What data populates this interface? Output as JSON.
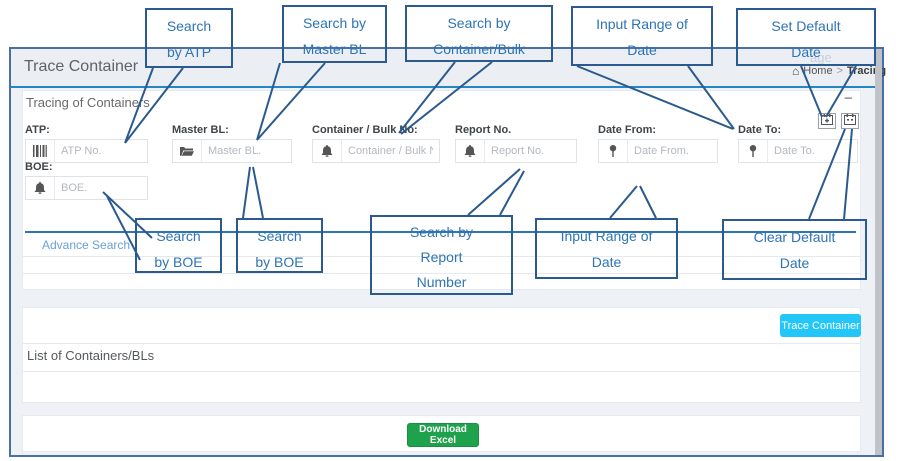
{
  "page": {
    "title": "Trace Container",
    "heading_fragment": "age",
    "breadcrumb": {
      "home": "Home",
      "separator": ">",
      "current": "Tracing"
    }
  },
  "panel": {
    "title": "Tracing of Containers",
    "collapse_icon": "−"
  },
  "form": {
    "fields": [
      {
        "label": "ATP:",
        "placeholder": "ATP No.",
        "icon": "barcode-icon"
      },
      {
        "label": "Master BL:",
        "placeholder": "Master BL.",
        "icon": "folder-open-icon"
      },
      {
        "label": "Container / Bulk No:",
        "placeholder": "Container / Bulk No.",
        "icon": "bell-icon"
      },
      {
        "label": "Report No.",
        "placeholder": "Report No.",
        "icon": "bell-icon"
      },
      {
        "label": "Date From:",
        "placeholder": "Date From.",
        "icon": "pin-icon"
      },
      {
        "label": "Date To:",
        "placeholder": "Date To.",
        "icon": "pin-icon"
      },
      {
        "label": "BOE:",
        "placeholder": "BOE.",
        "icon": "bell-icon"
      }
    ],
    "advance_search": "Advance Search"
  },
  "toolbar": {
    "set_default_date_icon": "calendar-plus-icon",
    "clear_default_date_icon": "calendar-icon"
  },
  "buttons": {
    "trace": "Trace Container",
    "download": "Download Excel"
  },
  "list_section": {
    "title": "List of Containers/BLs"
  },
  "annotations": [
    {
      "id": "search-by-atp",
      "lines": [
        "Search",
        "by ATP"
      ]
    },
    {
      "id": "search-by-master-bl",
      "lines": [
        "Search by",
        "Master BL"
      ]
    },
    {
      "id": "search-by-container-bulk",
      "lines": [
        "Search by",
        "Container/Bulk"
      ]
    },
    {
      "id": "input-range-of-date-top",
      "lines": [
        "Input Range of",
        "Date"
      ]
    },
    {
      "id": "set-default-date",
      "lines": [
        "Set Default",
        "Date"
      ]
    },
    {
      "id": "search-by-boe-1",
      "lines": [
        "Search",
        "by BOE"
      ]
    },
    {
      "id": "search-by-boe-2",
      "lines": [
        "Search",
        "by BOE"
      ]
    },
    {
      "id": "search-by-report-number",
      "lines": [
        "Search by",
        "Report",
        "Number"
      ]
    },
    {
      "id": "input-range-of-date-bottom",
      "lines": [
        "Input Range of",
        "Date"
      ]
    },
    {
      "id": "clear-default-date",
      "lines": [
        "Clear Default",
        "Date"
      ]
    }
  ],
  "colors": {
    "annotation_border": "#2a5a8f",
    "annotation_text": "#2e74b5",
    "frame_border": "#4a6fa5",
    "header_rule": "#2287c9",
    "trace_button": "#23c6f8",
    "download_button": "#1fa24c",
    "advance_link": "#68a0d8",
    "content_bg": "#eef1f5"
  }
}
